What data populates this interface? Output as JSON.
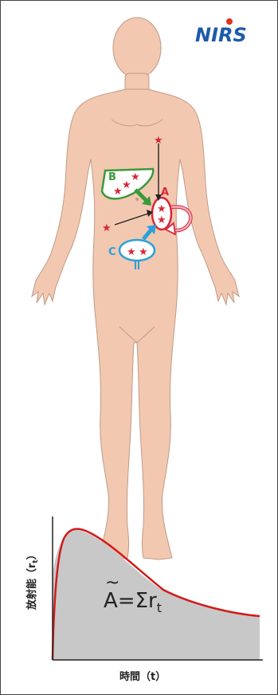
{
  "logo": {
    "text": "NIRS",
    "color": "#1e5aa8",
    "dot_color": "#e0321e"
  },
  "figure": {
    "body_color": "#f2c8b0",
    "organs": {
      "A": {
        "label": "A",
        "color": "#d8273a"
      },
      "B": {
        "label": "B",
        "color": "#3a9a3a"
      },
      "C": {
        "label": "C",
        "color": "#2aa0dc"
      }
    },
    "star_color": "#d8273a"
  },
  "chart": {
    "ylabel": "放射能（r",
    "ylabel_sub": "t",
    "ylabel_end": "）",
    "xlabel": "時間（t）",
    "formula_main": "A=Σr",
    "formula_sub": "t",
    "formula_tilde": "~",
    "curve_color": "#d01c1c",
    "fill_color": "#c8c8c8"
  }
}
